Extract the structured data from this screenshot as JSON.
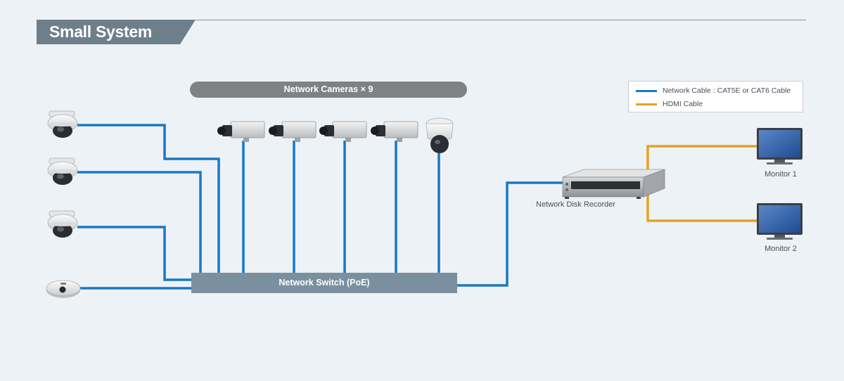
{
  "header": {
    "title": "Small System"
  },
  "cameras_banner": {
    "label": "Network Cameras × 9"
  },
  "switch": {
    "label": "Network Switch (PoE)"
  },
  "recorder": {
    "label": "Network Disk Recorder"
  },
  "monitors": [
    {
      "label": "Monitor 1"
    },
    {
      "label": "Monitor 2"
    }
  ],
  "legend": {
    "items": [
      {
        "label": "Network Cable : CAT5E or CAT6 Cable",
        "color": "#1a78c2"
      },
      {
        "label": "HDMI Cable",
        "color": "#e3a31f"
      }
    ]
  },
  "colors": {
    "network_cable": "#1a78c2",
    "hdmi_cable": "#e3a31f",
    "switch_fill": "#7b909f",
    "banner_fill": "#7f8184",
    "title_fill": "#6e7f8c"
  },
  "icons": {
    "dome_camera": "dome-camera-icon",
    "box_camera": "box-camera-icon",
    "ptz_camera": "ptz-camera-icon",
    "fisheye_camera": "fisheye-camera-icon",
    "recorder": "recorder-icon",
    "monitor": "monitor-icon"
  }
}
